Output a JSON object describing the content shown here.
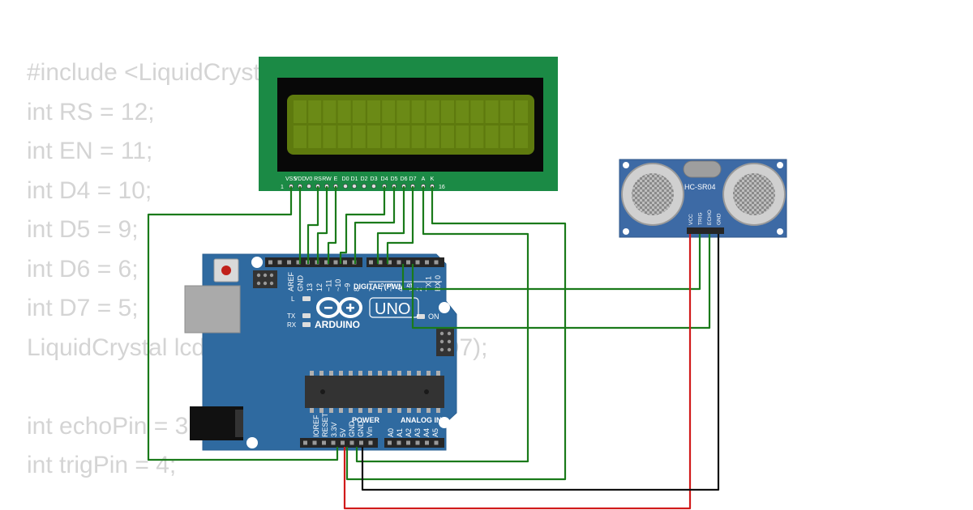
{
  "code_lines": [
    "#include <LiquidCrystal.h>",
    "int RS = 12;",
    "int EN = 11;",
    "int D4 = 10;",
    "int D5 = 9;",
    "int D6 = 6;",
    "int D7 = 5;",
    "LiquidCrystal lcd(RS, EN, D4, D5, D6, D7);",
    "",
    "int echoPin = 3;",
    "int trigPin = 4;"
  ],
  "lcd": {
    "pin_labels": [
      "VSS",
      "VDD",
      "V0",
      "RS",
      "RW",
      "E",
      "D0",
      "D1",
      "D2",
      "D3",
      "D4",
      "D5",
      "D6",
      "D7",
      "A",
      "K"
    ],
    "first_pin_number": "1",
    "last_pin_number": "16",
    "bezel_color": "#1b8a45",
    "screen_color": "#5e7a0e"
  },
  "sensor": {
    "model": "HC-SR04",
    "pin_labels": [
      "VCC",
      "TRIG",
      "ECHO",
      "GND"
    ],
    "board_color": "#3d6aa5"
  },
  "arduino": {
    "logo_text": "ARDUINO",
    "model_badge": "UNO",
    "led_labels": [
      "L",
      "TX",
      "RX"
    ],
    "on_label": "ON",
    "digital_header_labels": [
      "AREF",
      "GND",
      "13",
      "12",
      "~11",
      "~10",
      "~9",
      "8"
    ],
    "digital_header_labels_2": [
      "7",
      "~6",
      "~5",
      "4",
      "~3",
      "2",
      "TX 1",
      "RX 0"
    ],
    "digital_title": "DIGITAL (PWM ~)",
    "power_title": "POWER",
    "analog_title": "ANALOG IN",
    "power_pin_labels": [
      "IOREF",
      "RESET",
      "3.3V",
      "5V",
      "GND",
      "GND",
      "Vin"
    ],
    "analog_pin_labels": [
      "A0",
      "A1",
      "A2",
      "A3",
      "A4",
      "A5"
    ],
    "board_color": "#2f6aa0"
  },
  "wire_colors": {
    "signal": "#1a7a1a",
    "power": "#d11a1a",
    "ground": "#111111"
  }
}
